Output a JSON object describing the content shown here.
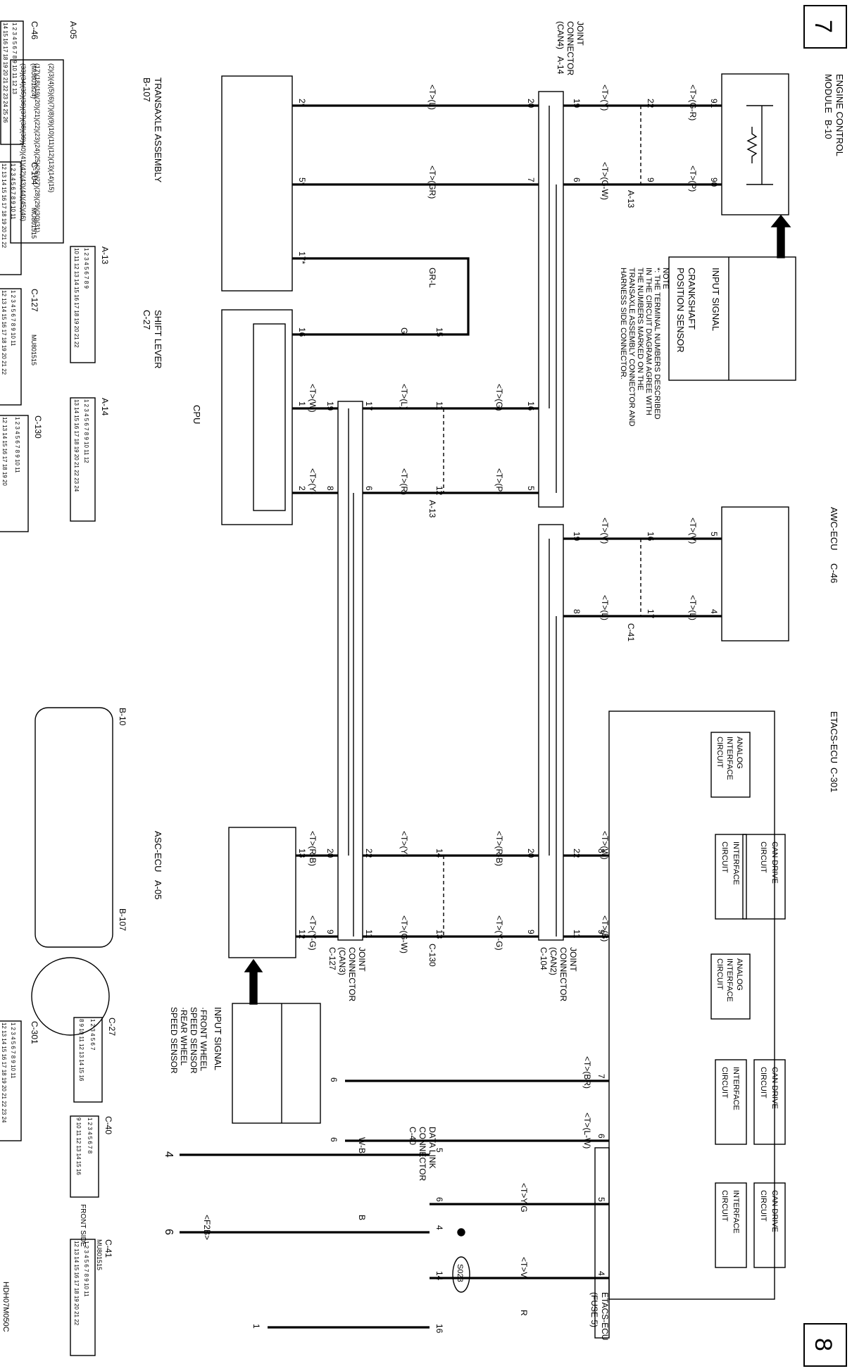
{
  "page": {
    "number_top": "7",
    "number_bottom": "8",
    "figure_id": "HDH07M050C"
  },
  "note": {
    "lines": [
      "NOTE",
      "*: THE TERMINAL NUMBERS DESCRIBED",
      "IN THE CIRCUIT DIAGRAM AGREE WITH",
      "THE NUMBERS MARKED ON THE",
      "TRANSAXLE ASSEMBLY CONNECTOR AND",
      "HARNESS SIDE CONNECTOR."
    ]
  },
  "components": {
    "ecm": {
      "lines": [
        "ENGINE CONTROL",
        "MODULE"
      ],
      "code": "B-10"
    },
    "input_signal_top": {
      "title": "INPUT SIGNAL",
      "lines": [
        "CRANKSHAFT",
        "POSITION SENSOR"
      ]
    },
    "awc_ecu": {
      "name": "AWC-ECU",
      "code": "C-46"
    },
    "etacs_ecu": {
      "name": "ETACS-ECU",
      "code": "C-301"
    },
    "etacs_fuse": {
      "lines": [
        "ETACS-ECU",
        "(FUSE 5)"
      ]
    },
    "jc_can4": {
      "lines": [
        "JOINT",
        "CONNECTOR",
        "(CAN4)"
      ],
      "code": "A-14"
    },
    "jc_can2": {
      "lines": [
        "JOINT",
        "CONNECTOR",
        "(CAN2)"
      ],
      "code": "C-104"
    },
    "jc_can3": {
      "lines": [
        "JOINT",
        "CONNECTOR",
        "(CAN3)"
      ],
      "code": "C-127"
    },
    "transaxle": {
      "name": "TRANSAXLE ASSEMBLY",
      "code": "B-107"
    },
    "shift_lever": {
      "name": "SHIFT LEVER",
      "code": "C-27",
      "cpu": "CPU"
    },
    "asc_ecu": {
      "name": "ASC-ECU",
      "code": "A-05"
    },
    "input_signal_bottom": {
      "title": "INPUT SIGNAL",
      "lines": [
        "·FRONT WHEEL",
        "SPEED SENSOR",
        "·REAR WHEEL",
        "SPEED SENSOR"
      ]
    },
    "dlc": {
      "lines": [
        "DATA LINK",
        "CONNECTOR"
      ],
      "code": "C-40"
    },
    "s023": "S023",
    "a13_1": "A-13",
    "a13_2": "A-13",
    "c41": "C-41",
    "c130": "C-130"
  },
  "etacs_blocks": {
    "analog": [
      "ANALOG",
      "INTERFACE",
      "CIRCUIT"
    ],
    "interface": [
      "INTERFACE",
      "CIRCUIT"
    ],
    "can_drive": [
      "CAN DRIVE",
      "CIRCUIT"
    ]
  },
  "wire_labels": {
    "gr": "<T>(G-R)",
    "p": "<T>(P)",
    "y": "<T>(Y)",
    "gw": "<T>(G-W)",
    "l": "<T>(L)",
    "grn": "<T>(GR)",
    "grl": "GR-L",
    "g_plain": "G",
    "g": "<T>(G)",
    "ltl": "<T>(L)",
    "pp": "<T>(P)",
    "r": "<T>(R)",
    "w": "<T>(W)",
    "yy": "<T>(Y)",
    "v1": "<T>(V)",
    "v2": "<T>(V)",
    "l1": "<T>(L)",
    "l2": "<T>(L)",
    "w2": "<T>(W)",
    "b": "<T>(B)",
    "rb": "<T>(R-B)",
    "yg": "<T>(Y-G)",
    "y3": "<T>(Y)",
    "gw3": "<T>(G-W)",
    "rb2": "<T>(R-B)",
    "yg2": "<T>(Y-G)",
    "br": "<T>(BR)",
    "lw": "<T>(L-W)",
    "tyg": "<T>Y-G",
    "tv": "<T>V",
    "r_plain": "R",
    "wb": "W-B",
    "b_plain": "B",
    "f2b": "<F2B>"
  },
  "terminals": {
    "t91": "91",
    "t90": "90",
    "t22": "22",
    "t9": "9",
    "t19": "19",
    "t6": "6",
    "t20": "20",
    "t7": "7",
    "t2s": "2*",
    "t5s": "5*",
    "t17s": "17*",
    "t16": "16",
    "t15": "15",
    "t11": "11",
    "t12": "12",
    "t17": "17",
    "t6b": "6",
    "t19b": "19",
    "t8": "8",
    "t1": "1",
    "t2": "2",
    "a5": "5",
    "a4": "4",
    "a16": "16",
    "a17": "17",
    "a19": "19",
    "a8": "8",
    "e8": "8",
    "e9": "9",
    "e22": "22",
    "e11": "11",
    "e20": "20",
    "e9b": "9",
    "e14": "14",
    "e13": "13",
    "e22b": "22",
    "e11b": "11",
    "e20b": "20",
    "e9c": "9",
    "e13b": "13",
    "e12b": "12",
    "e7": "7",
    "e6": "6",
    "e5": "5",
    "e4": "4",
    "d5": "5",
    "d4": "4",
    "d6": "6",
    "d14": "14",
    "d16": "16"
  },
  "grounds": {
    "g6a": "6",
    "g6b": "6",
    "g1": "1",
    "g4": "4",
    "g6": "6"
  },
  "connector_views": {
    "a05": {
      "label": "A-05",
      "rows": [
        "(2)(3)(4)(5)(6)(7)(8)(9)(10)(11)(12)(13)(14)(15)",
        "(17)(18)(19)(20)(21)(22)(23)(24)(25)(26)(27)(28)(29)(30)(31)",
        "(33)(34)(35)(36)(37)(38)(39)(40)(41)(42)(43)(44)(45)(46)"
      ]
    },
    "c46": {
      "label": "C-46",
      "part": "(MU801824)",
      "rows": [
        "1 2 3 4 5 6 7 8 9 10 11 12 13",
        "14 15 16 17 18 19 20 21 22 23 24 25 26"
      ]
    },
    "c104": {
      "label": "C-104",
      "part": "MU801515",
      "rows": [
        "1 2 3 4 5 6 7 8 9 10 11",
        "12 13 14 15 16 17 18 19 20 21 22"
      ]
    },
    "a13": {
      "label": "A-13",
      "rows": [
        "1 2 3 4 5 6 7 8 9",
        "10 11 12 13 14 15 16 17 18 19 20 21 22"
      ]
    },
    "c127": {
      "label": "C-127",
      "part": "MU801515",
      "rows": [
        "1 2 3 4 5 6 7 8 9 10 11",
        "12 13 14 15 16 17 18 19 20 21 22"
      ]
    },
    "a14": {
      "label": "A-14",
      "rows": [
        "1 2 3 4 5 6 7 8 9 10 11 12",
        "13 14 15 16 17 18 19 20 21 22 23 24"
      ]
    },
    "c130": {
      "label": "C-130",
      "rows": [
        "1 2 3 4 5 6 7 8 9 10 11",
        "12 13 14 15 16 17 18 19 20"
      ]
    },
    "b10": {
      "label": "B-10"
    },
    "b107": {
      "label": "B-107"
    },
    "c27": {
      "label": "C-27",
      "rows": [
        "1 2 3 4 5 6 7",
        "8 9 10 11 12 13 14 15 16"
      ]
    },
    "c40": {
      "label": "C-40",
      "rows": [
        "1 2 3 4 5 6 7 8",
        "9 10 11 12 13 14 15 16"
      ],
      "front": "FRONT SIDE"
    },
    "c41": {
      "label": "C-41",
      "part": "MU801515",
      "rows": [
        "1 2 3 4 5 6 7 8 9 10 11",
        "12 13 14 15 16 17 18 19 20 21 22"
      ]
    },
    "c301": {
      "label": "C-301",
      "rows": [
        "1 2 3 4 5 6 7 8 9 10 11",
        "12 13 14 15 16 17 18 19 20 21 22 23 24"
      ]
    }
  }
}
